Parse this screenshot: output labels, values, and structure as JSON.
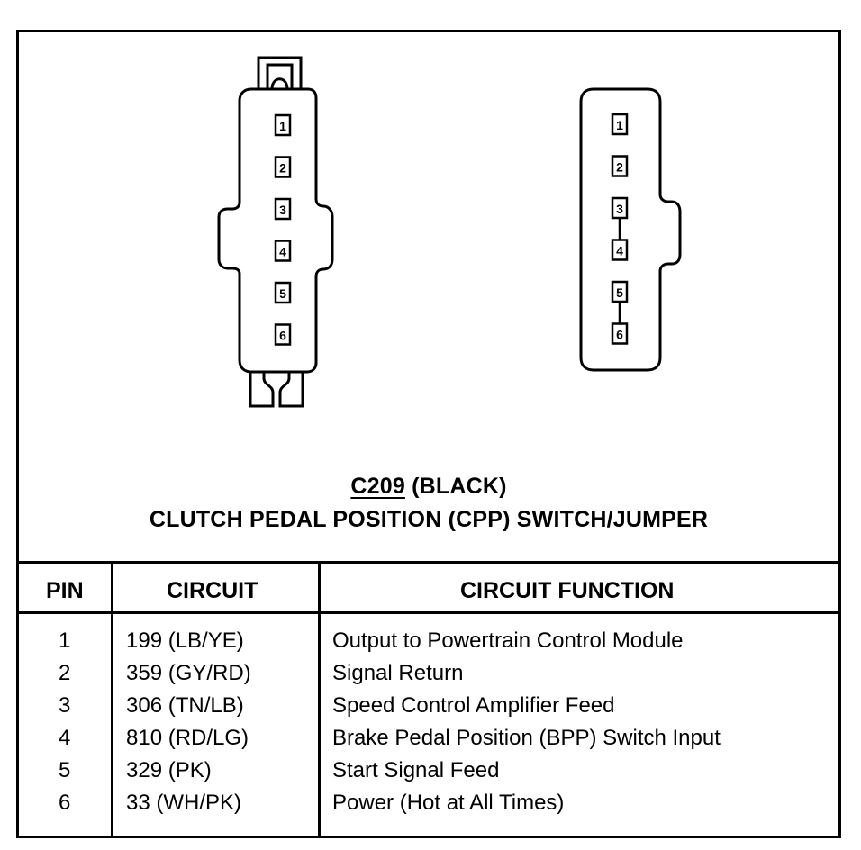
{
  "connector": {
    "code": "C209",
    "color": "(BLACK)",
    "name": "CLUTCH PEDAL POSITION (CPP) SWITCH/JUMPER",
    "left_view_pins": [
      "1",
      "2",
      "3",
      "4",
      "5",
      "6"
    ],
    "right_view_pins": [
      "1",
      "2",
      "3",
      "4",
      "5",
      "6"
    ],
    "jumpers": [
      [
        "3",
        "4"
      ],
      [
        "5",
        "6"
      ]
    ]
  },
  "table": {
    "headers": {
      "pin": "PIN",
      "circuit": "CIRCUIT",
      "function": "CIRCUIT FUNCTION"
    },
    "rows": [
      {
        "pin": "1",
        "circuit": "199 (LB/YE)",
        "function": "Output to Powertrain Control Module"
      },
      {
        "pin": "2",
        "circuit": "359 (GY/RD)",
        "function": "Signal Return"
      },
      {
        "pin": "3",
        "circuit": "306 (TN/LB)",
        "function": "Speed Control Amplifier Feed"
      },
      {
        "pin": "4",
        "circuit": "810 (RD/LG)",
        "function": "Brake Pedal Position (BPP) Switch Input"
      },
      {
        "pin": "5",
        "circuit": "329 (PK)",
        "function": "Start Signal Feed"
      },
      {
        "pin": "6",
        "circuit": "33 (WH/PK)",
        "function": "Power (Hot at All Times)"
      }
    ]
  }
}
